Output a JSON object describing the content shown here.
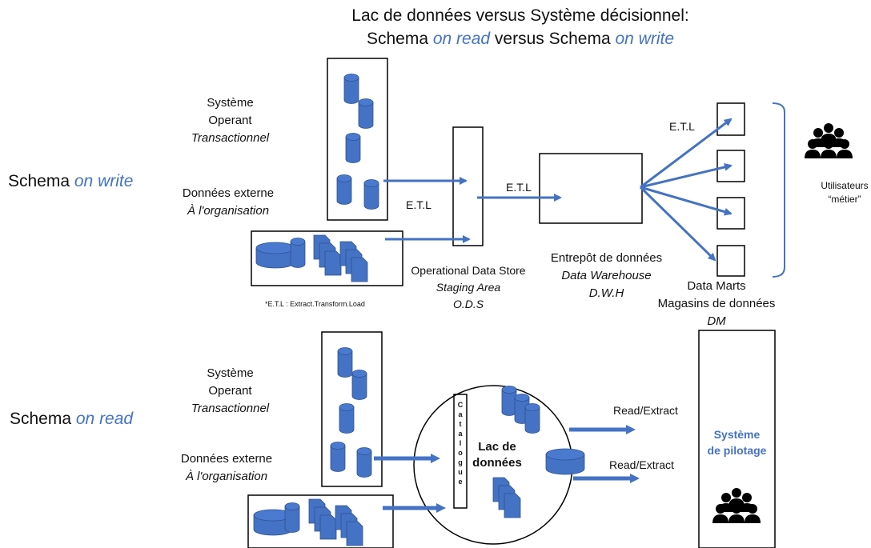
{
  "title": {
    "line1": "Lac de données versus Système décisionnel:",
    "line2_part1": "Schema ",
    "line2_on_read": "on read",
    "line2_versus": " versus Schema ",
    "line2_on_write": "on write"
  },
  "top": {
    "schema_word": "Schema ",
    "schema_mode": "on write",
    "systeme": [
      "Système",
      "Operant"
    ],
    "transactionnel": "Transactionnel",
    "donnees_externe": "Données externe",
    "organisation": "À l'organisation",
    "etl_1": "E.T.L",
    "etl_2": "E.T.L",
    "etl_3": "E.T.L",
    "ods": {
      "name": "Operational Data Store",
      "staging": "Staging Area",
      "abbr": "O.D.S"
    },
    "dwh": {
      "name": "Entrepôt de données",
      "en": "Data Warehouse",
      "abbr": "D.W.H"
    },
    "datamarts": {
      "name": "Data Marts",
      "fr": "Magasins de données",
      "abbr": "DM"
    },
    "users": [
      "Utilisateurs",
      "“métier”"
    ],
    "footnote": "*E.T.L : Extract.Transform.Load"
  },
  "bottom": {
    "schema_word": "Schema ",
    "schema_mode": "on read",
    "systeme": [
      "Système",
      "Operant"
    ],
    "transactionnel": "Transactionnel",
    "donnees_externe": "Données externe",
    "organisation": "À l'organisation",
    "catalogue": "Catalogue",
    "lac": [
      "Lac de",
      "données"
    ],
    "read_extract_1": "Read/Extract",
    "read_extract_2": "Read/Extract",
    "pilotage": [
      "Système",
      "de pilotage"
    ]
  },
  "colors": {
    "accent": "#4472c4",
    "icon_fill": "#4472c4",
    "cyl_edge": "#2f528f"
  },
  "icons": [
    "database-icon",
    "document-stack-icon",
    "people-group-icon"
  ]
}
